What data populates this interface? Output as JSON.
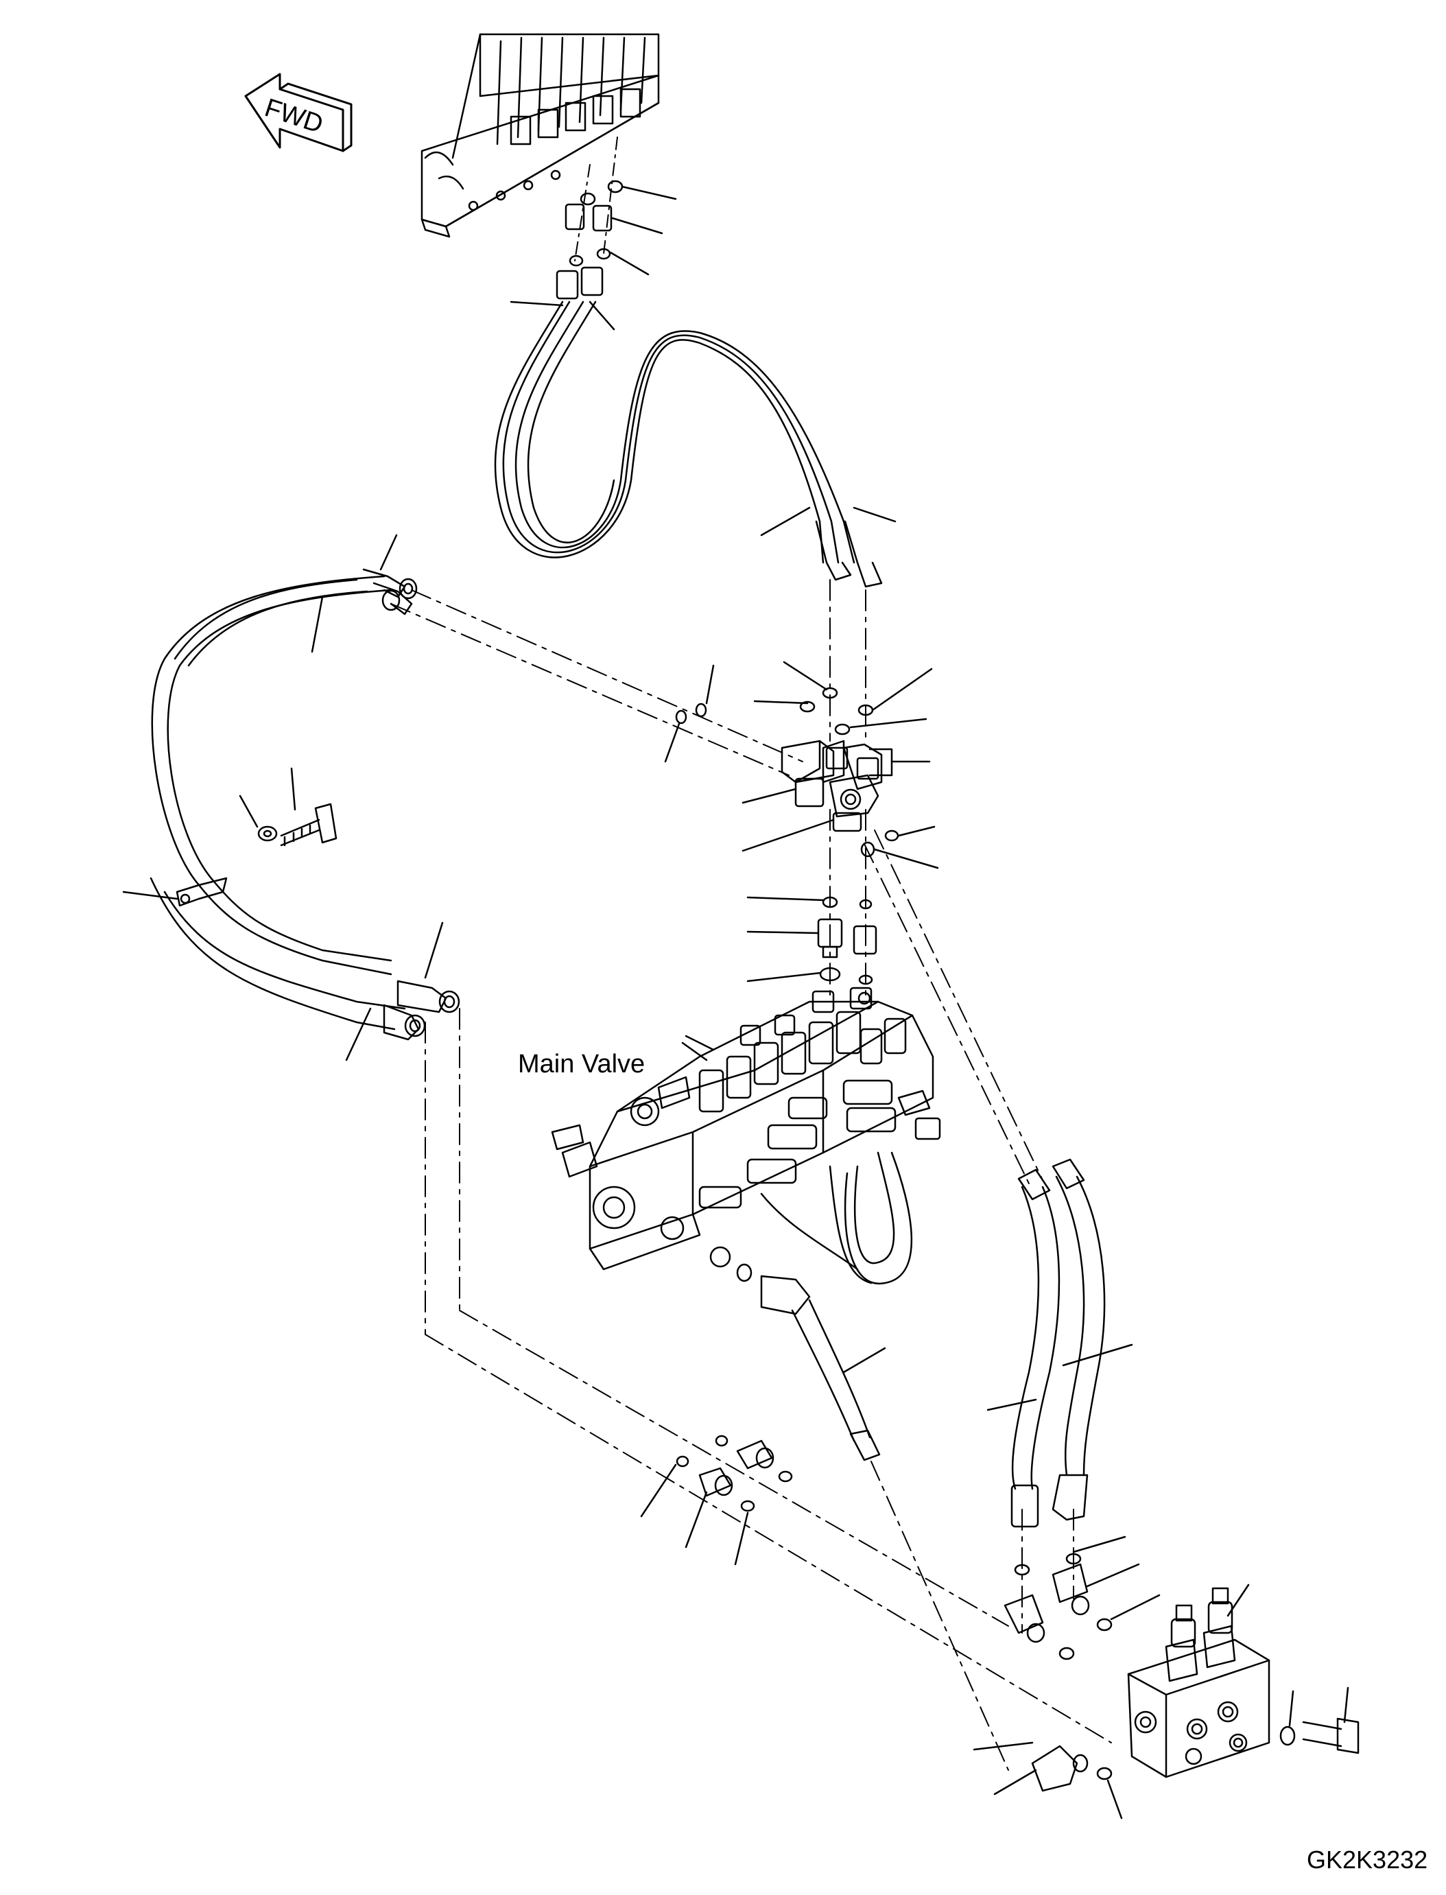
{
  "labels": {
    "main_valve": "Main Valve",
    "direction": "FWD",
    "drawing_code": "GK2K3232"
  },
  "colors": {
    "line": "#000000",
    "background": "#ffffff"
  }
}
